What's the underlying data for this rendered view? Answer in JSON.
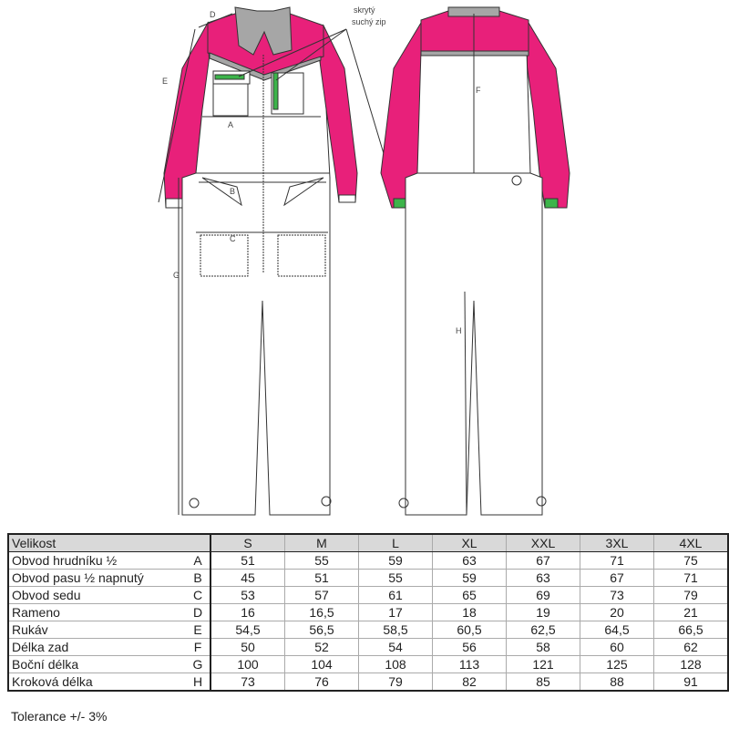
{
  "annotation": "skrytý suchý zip",
  "annotation_lines": [
    "skrytý",
    "suchý zip"
  ],
  "dimension_labels": {
    "A": "A",
    "B": "B",
    "C": "C",
    "D": "D",
    "E": "E",
    "F": "F",
    "G": "G",
    "H": "H"
  },
  "colors": {
    "accent": "#e8207a",
    "grey": "#a6a6a6",
    "green": "#3cb44a"
  },
  "table": {
    "header": {
      "label": "Velikost",
      "sizes": [
        "S",
        "M",
        "L",
        "XL",
        "XXL",
        "3XL",
        "4XL"
      ]
    },
    "rows": [
      {
        "name": "Obvod hrudníku ½",
        "code": "A",
        "values": [
          "51",
          "55",
          "59",
          "63",
          "67",
          "71",
          "75"
        ]
      },
      {
        "name": "Obvod pasu ½ napnutý",
        "code": "B",
        "values": [
          "45",
          "51",
          "55",
          "59",
          "63",
          "67",
          "71"
        ]
      },
      {
        "name": "Obvod sedu",
        "code": "C",
        "values": [
          "53",
          "57",
          "61",
          "65",
          "69",
          "73",
          "79"
        ]
      },
      {
        "name": "Rameno",
        "code": "D",
        "values": [
          "16",
          "16,5",
          "17",
          "18",
          "19",
          "20",
          "21"
        ]
      },
      {
        "name": "Rukáv",
        "code": "E",
        "values": [
          "54,5",
          "56,5",
          "58,5",
          "60,5",
          "62,5",
          "64,5",
          "66,5"
        ]
      },
      {
        "name": "Délka zad",
        "code": "F",
        "values": [
          "50",
          "52",
          "54",
          "56",
          "58",
          "60",
          "62"
        ]
      },
      {
        "name": "Boční délka",
        "code": "G",
        "values": [
          "100",
          "104",
          "108",
          "113",
          "121",
          "125",
          "128"
        ]
      },
      {
        "name": "Kroková délka",
        "code": "H",
        "values": [
          "73",
          "76",
          "79",
          "82",
          "85",
          "88",
          "91"
        ]
      }
    ]
  },
  "tolerance": "Tolerance +/- 3%"
}
